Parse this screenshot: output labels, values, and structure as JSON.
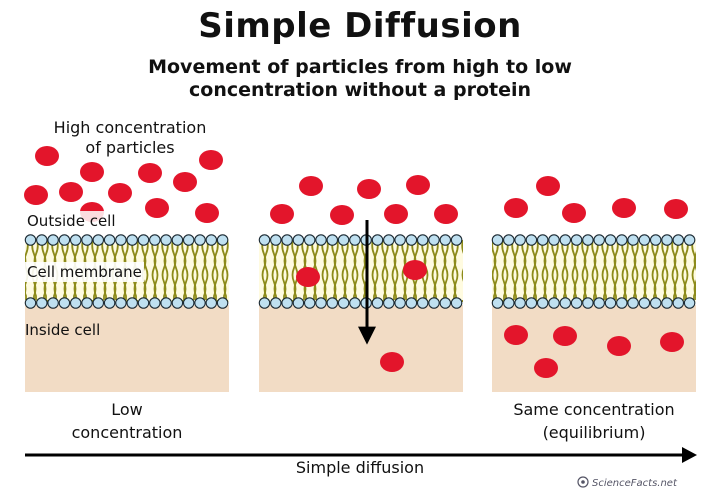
{
  "title": "Simple Diffusion",
  "subtitle_line1": "Movement of particles from high to low",
  "subtitle_line2": "concentration without a protein",
  "labels": {
    "high_line1": "High concentration",
    "high_line2": "of particles",
    "outside_cell": "Outside cell",
    "cell_membrane": "Cell membrane",
    "inside_cell": "Inside cell",
    "low_line1": "Low",
    "low_line2": "concentration",
    "same_line1": "Same concentration",
    "same_line2": "(equilibrium)",
    "arrow_label": "Simple diffusion"
  },
  "watermark": "ScienceFacts.net",
  "colors": {
    "particle": "#e3152b",
    "cytoplasm": "#f2dcc5",
    "head": "#bfe0f0",
    "tail": "#8d8b1a",
    "arrow": "#000000"
  }
}
